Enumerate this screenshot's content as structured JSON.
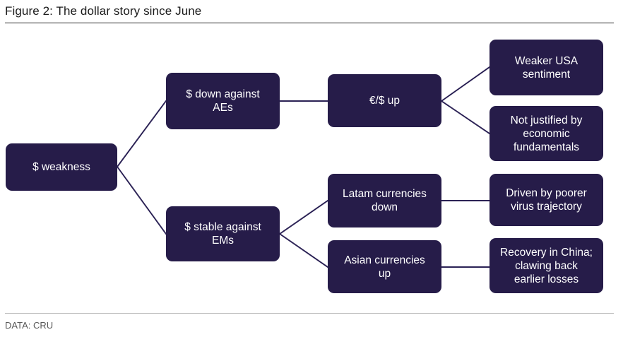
{
  "figure": {
    "title": "Figure 2: The dollar story since June",
    "source_note": "DATA: CRU"
  },
  "theme": {
    "node_fill": "#261c49",
    "node_text": "#ffffff",
    "connector_color": "#2b2255",
    "title_text": "#1a1a1a",
    "footer_text": "#585858",
    "background": "#ffffff"
  },
  "diagram": {
    "type": "tree-flowchart",
    "orientation": "left-to-right",
    "nodes": {
      "root": {
        "label": "$ weakness"
      },
      "down_aes": {
        "label": "$ down against\nAEs"
      },
      "stable_ems": {
        "label": "$ stable against\nEMs"
      },
      "eur_usd_up": {
        "label": "€/$ up"
      },
      "latam_down": {
        "label": "Latam currencies\ndown"
      },
      "asian_up": {
        "label": "Asian currencies\nup"
      },
      "weaker_usa": {
        "label": "Weaker USA\nsentiment"
      },
      "not_justified": {
        "label": "Not justified by\neconomic\nfundamentals"
      },
      "virus_trajectory": {
        "label": "Driven by poorer\nvirus trajectory"
      },
      "china_recovery": {
        "label": "Recovery in China;\nclawing back\nearlier losses"
      }
    },
    "edges": [
      {
        "from": "root",
        "to": "down_aes",
        "style": "diagonal"
      },
      {
        "from": "root",
        "to": "stable_ems",
        "style": "diagonal"
      },
      {
        "from": "down_aes",
        "to": "eur_usd_up",
        "style": "straight"
      },
      {
        "from": "eur_usd_up",
        "to": "weaker_usa",
        "style": "diagonal"
      },
      {
        "from": "eur_usd_up",
        "to": "not_justified",
        "style": "diagonal"
      },
      {
        "from": "stable_ems",
        "to": "latam_down",
        "style": "diagonal"
      },
      {
        "from": "stable_ems",
        "to": "asian_up",
        "style": "diagonal"
      },
      {
        "from": "latam_down",
        "to": "virus_trajectory",
        "style": "straight"
      },
      {
        "from": "asian_up",
        "to": "china_recovery",
        "style": "straight"
      }
    ]
  }
}
